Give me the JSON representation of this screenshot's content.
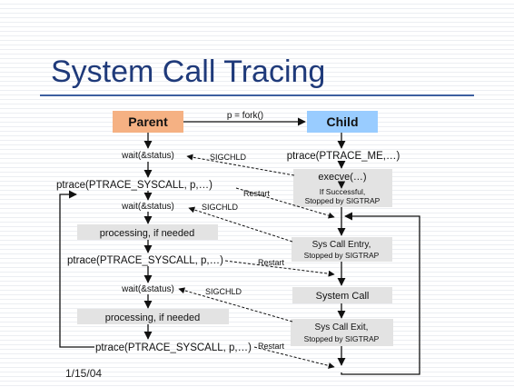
{
  "slide": {
    "title": "System Call Tracing",
    "date": "1/15/04"
  },
  "diagram": {
    "parent_label": "Parent",
    "child_label": "Child",
    "fork_label": "p = fork()",
    "parent_steps": [
      "wait(&status)",
      "ptrace(PTRACE_SYSCALL, p,…)",
      "wait(&status)",
      "processing, if needed",
      "ptrace(PTRACE_SYSCALL, p,…)",
      "wait(&status)",
      "processing, if needed",
      "ptrace(PTRACE_SYSCALL, p,…)"
    ],
    "child_steps": {
      "traceme": "ptrace(PTRACE_ME,…)",
      "execve": "execve(…)",
      "execve_note_1": "If Successful,",
      "execve_note_2": "Stopped by SIGTRAP",
      "entry_1": "Sys Call Entry,",
      "entry_2": "Stopped by SIGTRAP",
      "syscall": "System Call",
      "exit_1": "Sys Call Exit,",
      "exit_2": "Stopped by SIGTRAP"
    },
    "signals": {
      "sigchld_1": "SIGCHLD",
      "restart_1": "Restart",
      "sigchld_2": "SIGCHLD",
      "restart_2": "Restart",
      "sigchld_3": "SIGCHLD",
      "restart_3": "Restart"
    },
    "colors": {
      "parent_box": "#f5b183",
      "child_box": "#99ccff",
      "step_box": "#e3e3e3",
      "title": "#1f3a7a"
    }
  }
}
